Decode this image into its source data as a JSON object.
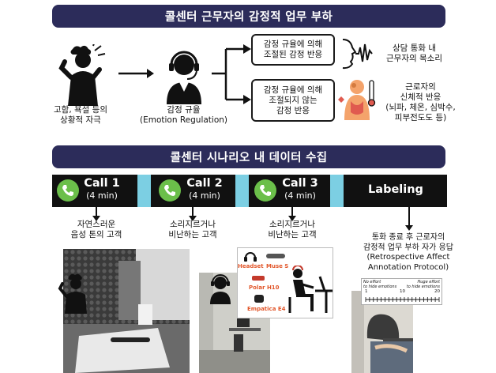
{
  "section1": {
    "title": "콜센터 근무자의 감정적 업무 부하"
  },
  "stimulus": {
    "label_line1": "고함, 욕설 등의",
    "label_line2": "상황적 자극"
  },
  "regulation": {
    "label_line1": "감정 규율",
    "label_line2": "(Emotion Regulation)"
  },
  "outcome_top": {
    "line1": "감정 규율에 의해",
    "line2": "조절된 감정 반응"
  },
  "outcome_bottom": {
    "line1": "감정 규율에 의해",
    "line2": "조절되지 않는",
    "line3": "감정 반응"
  },
  "voice": {
    "line1": "상담 통화 내",
    "line2": "근무자의 목소리"
  },
  "body": {
    "line1": "근로자의",
    "line2": "신체적 반응",
    "line3": "(뇌파, 체온, 심박수,",
    "line4": "피부전도도 등)"
  },
  "section2": {
    "title": "콜센터 시나리오 내 데이터 수집"
  },
  "calls": [
    {
      "title": "Call 1",
      "duration": "(4 min)",
      "caption_line1": "자연스러운",
      "caption_line2": "음성 톤의 고객"
    },
    {
      "title": "Call 2",
      "duration": "(4 min)",
      "caption_line1": "소리지르거나",
      "caption_line2": "비난하는 고객"
    },
    {
      "title": "Call 3",
      "duration": "(4 min)",
      "caption_line1": "소리지르거나",
      "caption_line2": "비난하는 고객"
    }
  ],
  "labeling": {
    "title": "Labeling",
    "line1": "통화 종료 후 근로자의",
    "line2": "감정적 업무 부하 자가 응답",
    "line3": "(Retrospective Affect",
    "line4": "Annotation Protocol)"
  },
  "devices": {
    "headset": "Headset",
    "muse": "Muse S",
    "polar": "Polar H10",
    "empatica": "Empatica E4"
  },
  "scale": {
    "left_line1": "No effort",
    "left_line2": "to hide emotions",
    "right_line1": "Huge effort",
    "right_line2": "to hide emotions",
    "ticks": [
      "1",
      "10",
      "20"
    ]
  },
  "colors": {
    "banner": "#2c2c5a",
    "phone_green": "#6bbf4a",
    "gap_blue": "#7ccfe3",
    "timeline": "#111111"
  }
}
